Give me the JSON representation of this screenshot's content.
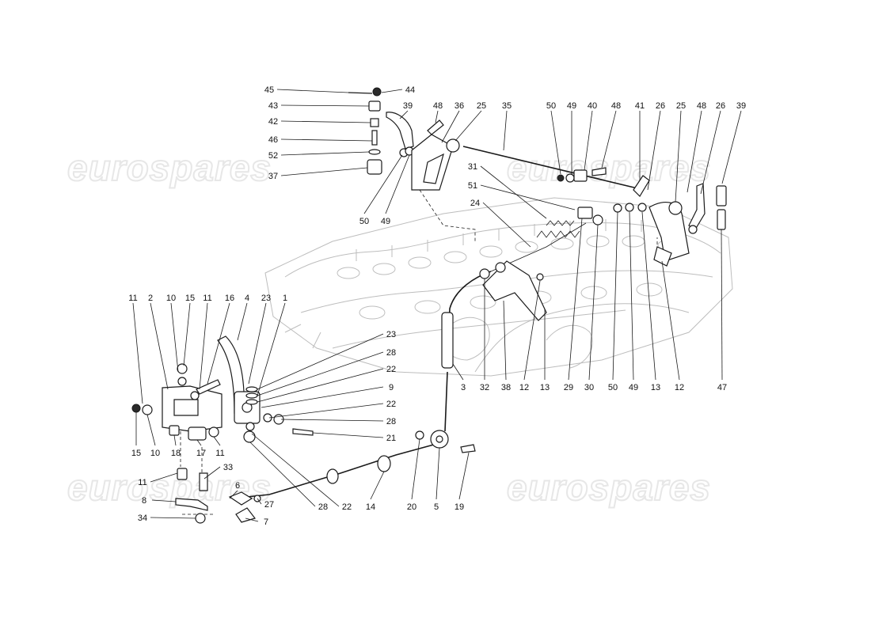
{
  "watermark": [
    "eurospares",
    "eurospares",
    "eurospares",
    "eurospares"
  ],
  "callouts": [
    {
      "id": "c45",
      "text": "45"
    },
    {
      "id": "c44",
      "text": "44"
    },
    {
      "id": "c43",
      "text": "43"
    },
    {
      "id": "c42",
      "text": "42"
    },
    {
      "id": "c46",
      "text": "46"
    },
    {
      "id": "c52",
      "text": "52"
    },
    {
      "id": "c37",
      "text": "37"
    },
    {
      "id": "c39a",
      "text": "39"
    },
    {
      "id": "c48a",
      "text": "48"
    },
    {
      "id": "c36",
      "text": "36"
    },
    {
      "id": "c25a",
      "text": "25"
    },
    {
      "id": "c35",
      "text": "35"
    },
    {
      "id": "c50a",
      "text": "50"
    },
    {
      "id": "c49a",
      "text": "49"
    },
    {
      "id": "c40",
      "text": "40"
    },
    {
      "id": "c48b",
      "text": "48"
    },
    {
      "id": "c41",
      "text": "41"
    },
    {
      "id": "c26a",
      "text": "26"
    },
    {
      "id": "c25b",
      "text": "25"
    },
    {
      "id": "c48c",
      "text": "48"
    },
    {
      "id": "c26b",
      "text": "26"
    },
    {
      "id": "c39b",
      "text": "39"
    },
    {
      "id": "c50b",
      "text": "50"
    },
    {
      "id": "c49b",
      "text": "49"
    },
    {
      "id": "c31",
      "text": "31"
    },
    {
      "id": "c51",
      "text": "51"
    },
    {
      "id": "c24",
      "text": "24"
    },
    {
      "id": "c11a",
      "text": "11"
    },
    {
      "id": "c2",
      "text": "2"
    },
    {
      "id": "c10a",
      "text": "10"
    },
    {
      "id": "c15a",
      "text": "15"
    },
    {
      "id": "c11b",
      "text": "11"
    },
    {
      "id": "c16",
      "text": "16"
    },
    {
      "id": "c4",
      "text": "4"
    },
    {
      "id": "c23a",
      "text": "23"
    },
    {
      "id": "c1",
      "text": "1"
    },
    {
      "id": "c23b",
      "text": "23"
    },
    {
      "id": "c28a",
      "text": "28"
    },
    {
      "id": "c22a",
      "text": "22"
    },
    {
      "id": "c9",
      "text": "9"
    },
    {
      "id": "c22b",
      "text": "22"
    },
    {
      "id": "c28b",
      "text": "28"
    },
    {
      "id": "c21",
      "text": "21"
    },
    {
      "id": "c3",
      "text": "3"
    },
    {
      "id": "c32",
      "text": "32"
    },
    {
      "id": "c38",
      "text": "38"
    },
    {
      "id": "c12a",
      "text": "12"
    },
    {
      "id": "c13a",
      "text": "13"
    },
    {
      "id": "c29",
      "text": "29"
    },
    {
      "id": "c30",
      "text": "30"
    },
    {
      "id": "c50c",
      "text": "50"
    },
    {
      "id": "c49c",
      "text": "49"
    },
    {
      "id": "c13b",
      "text": "13"
    },
    {
      "id": "c12b",
      "text": "12"
    },
    {
      "id": "c47",
      "text": "47"
    },
    {
      "id": "c15b",
      "text": "15"
    },
    {
      "id": "c10b",
      "text": "10"
    },
    {
      "id": "c18",
      "text": "18"
    },
    {
      "id": "c17",
      "text": "17"
    },
    {
      "id": "c11c",
      "text": "11"
    },
    {
      "id": "c33",
      "text": "33"
    },
    {
      "id": "c11d",
      "text": "11"
    },
    {
      "id": "c6",
      "text": "6"
    },
    {
      "id": "c8",
      "text": "8"
    },
    {
      "id": "c27",
      "text": "27"
    },
    {
      "id": "c34",
      "text": "34"
    },
    {
      "id": "c7",
      "text": "7"
    },
    {
      "id": "c28c",
      "text": "28"
    },
    {
      "id": "c22c",
      "text": "22"
    },
    {
      "id": "c14",
      "text": "14"
    },
    {
      "id": "c20",
      "text": "20"
    },
    {
      "id": "c5",
      "text": "5"
    },
    {
      "id": "c19",
      "text": "19"
    }
  ]
}
